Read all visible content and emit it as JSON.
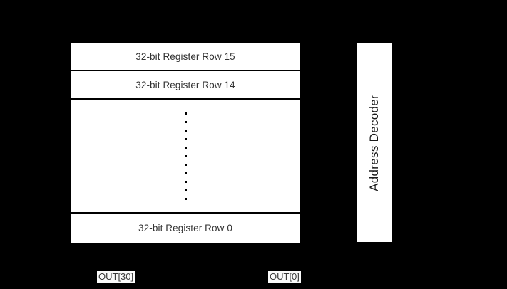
{
  "colors": {
    "background": "#000000",
    "panel": "#ffffff",
    "divider": "#000000",
    "row_text": "#333333",
    "decoder_text": "#1a1a1a",
    "out_text": "#3a3a3a",
    "out_bg": "#fafafa",
    "dot": "#000000"
  },
  "register_file": {
    "top_rows": [
      {
        "label": "32-bit Register Row 15"
      },
      {
        "label": "32-bit Register Row 14"
      }
    ],
    "ellipsis_dot_count": 11,
    "bottom_row": {
      "label": "32-bit Register Row 0"
    }
  },
  "address_decoder": {
    "label": "Address Decoder"
  },
  "output_labels": [
    {
      "label": "OUT[30]"
    },
    {
      "label": "OUT[0]"
    }
  ]
}
